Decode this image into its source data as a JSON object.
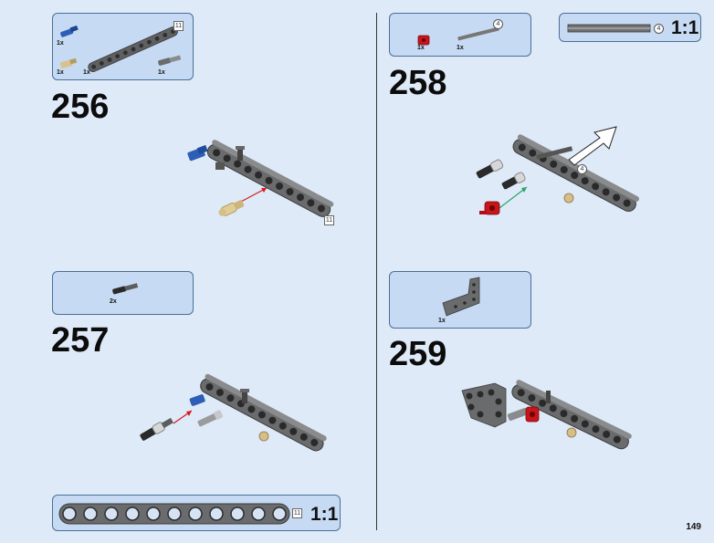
{
  "page": {
    "number": "149"
  },
  "steps": [
    {
      "id": "256",
      "number": "256",
      "parts": [
        {
          "icon": "blue-axle-pin-icon",
          "qty": "1x"
        },
        {
          "icon": "tan-axle-pin-icon",
          "qty": "1x"
        },
        {
          "icon": "grey-beam-11-icon",
          "qty": "1x",
          "length": "11"
        },
        {
          "icon": "grey-axle-pin-icon",
          "qty": "1x"
        }
      ],
      "callout": "11"
    },
    {
      "id": "257",
      "number": "257",
      "parts": [
        {
          "icon": "black-axle-pin-icon",
          "qty": "2x"
        }
      ]
    },
    {
      "id": "258",
      "number": "258",
      "parts": [
        {
          "icon": "red-bush-icon",
          "qty": "1x"
        },
        {
          "icon": "grey-axle-4-icon",
          "qty": "1x",
          "length": "4"
        }
      ],
      "callout": "4"
    },
    {
      "id": "259",
      "number": "259",
      "parts": [
        {
          "icon": "angle-beam-icon",
          "qty": "1x"
        }
      ]
    }
  ],
  "scale_boxes": [
    {
      "id": "axle-scale",
      "length": "4",
      "label": "1:1"
    },
    {
      "id": "beam-scale",
      "length": "11",
      "label": "1:1"
    }
  ]
}
